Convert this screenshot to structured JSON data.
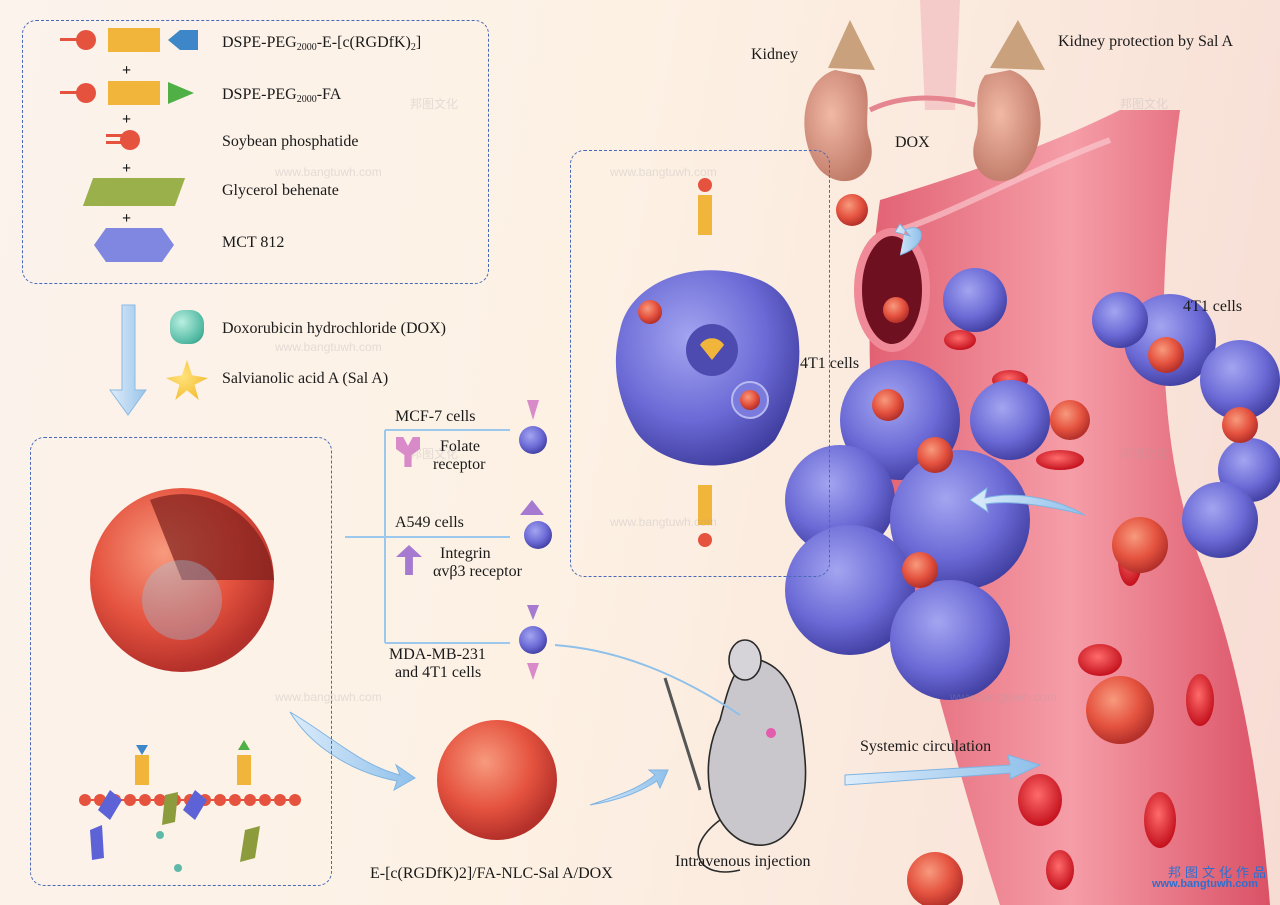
{
  "ingredients": {
    "dspe_rgd": {
      "main": "DSPE-PEG",
      "sub1": "2000",
      "mid": "-E-[c(RGDfK)",
      "sub2": "2",
      "tail": "]"
    },
    "dspe_fa": {
      "main": "DSPE-PEG",
      "sub1": "2000",
      "tail": "-FA"
    },
    "soybean": "Soybean phosphatide",
    "glycerol": "Glycerol behenate",
    "mct": "MCT 812",
    "plus": "+"
  },
  "drugs": {
    "dox": "Doxorubicin hydrochloride (DOX)",
    "sal": "Salvianolic acid A (Sal A)"
  },
  "cells": {
    "mcf7": "MCF-7 cells",
    "folate_line1": "Folate",
    "folate_line2": "receptor",
    "a549": "A549 cells",
    "integrin_line1": "Integrin",
    "integrin_line2": "αvβ3 receptor",
    "mda_line1": "MDA-MB-231",
    "mda_line2": "and 4T1 cells"
  },
  "labels": {
    "nlc": "E-[c(RGDfK)2]/FA-NLC-Sal A/DOX",
    "injection": "Intravenous injection",
    "systemic": "Systemic circulation",
    "kidney": "Kidney",
    "kidney_protection": "Kidney protection by Sal A",
    "dox": "DOX",
    "t4_cells_inset": "4T1 cells",
    "t4_cells_right": "4T1 cells"
  },
  "watermark": {
    "url": "www.bangtuwh.com",
    "cn": "邦图文化",
    "brand_cn": "邦图文化作品",
    "brand_url": "www.bangtuwh.com"
  },
  "colors": {
    "dashed_border": "#4a68b8",
    "nanoparticle": "#e8503f",
    "cancer_cell": "#6f6fd6",
    "vessel": "#e46c80",
    "arrow": "#9cc8ee"
  }
}
